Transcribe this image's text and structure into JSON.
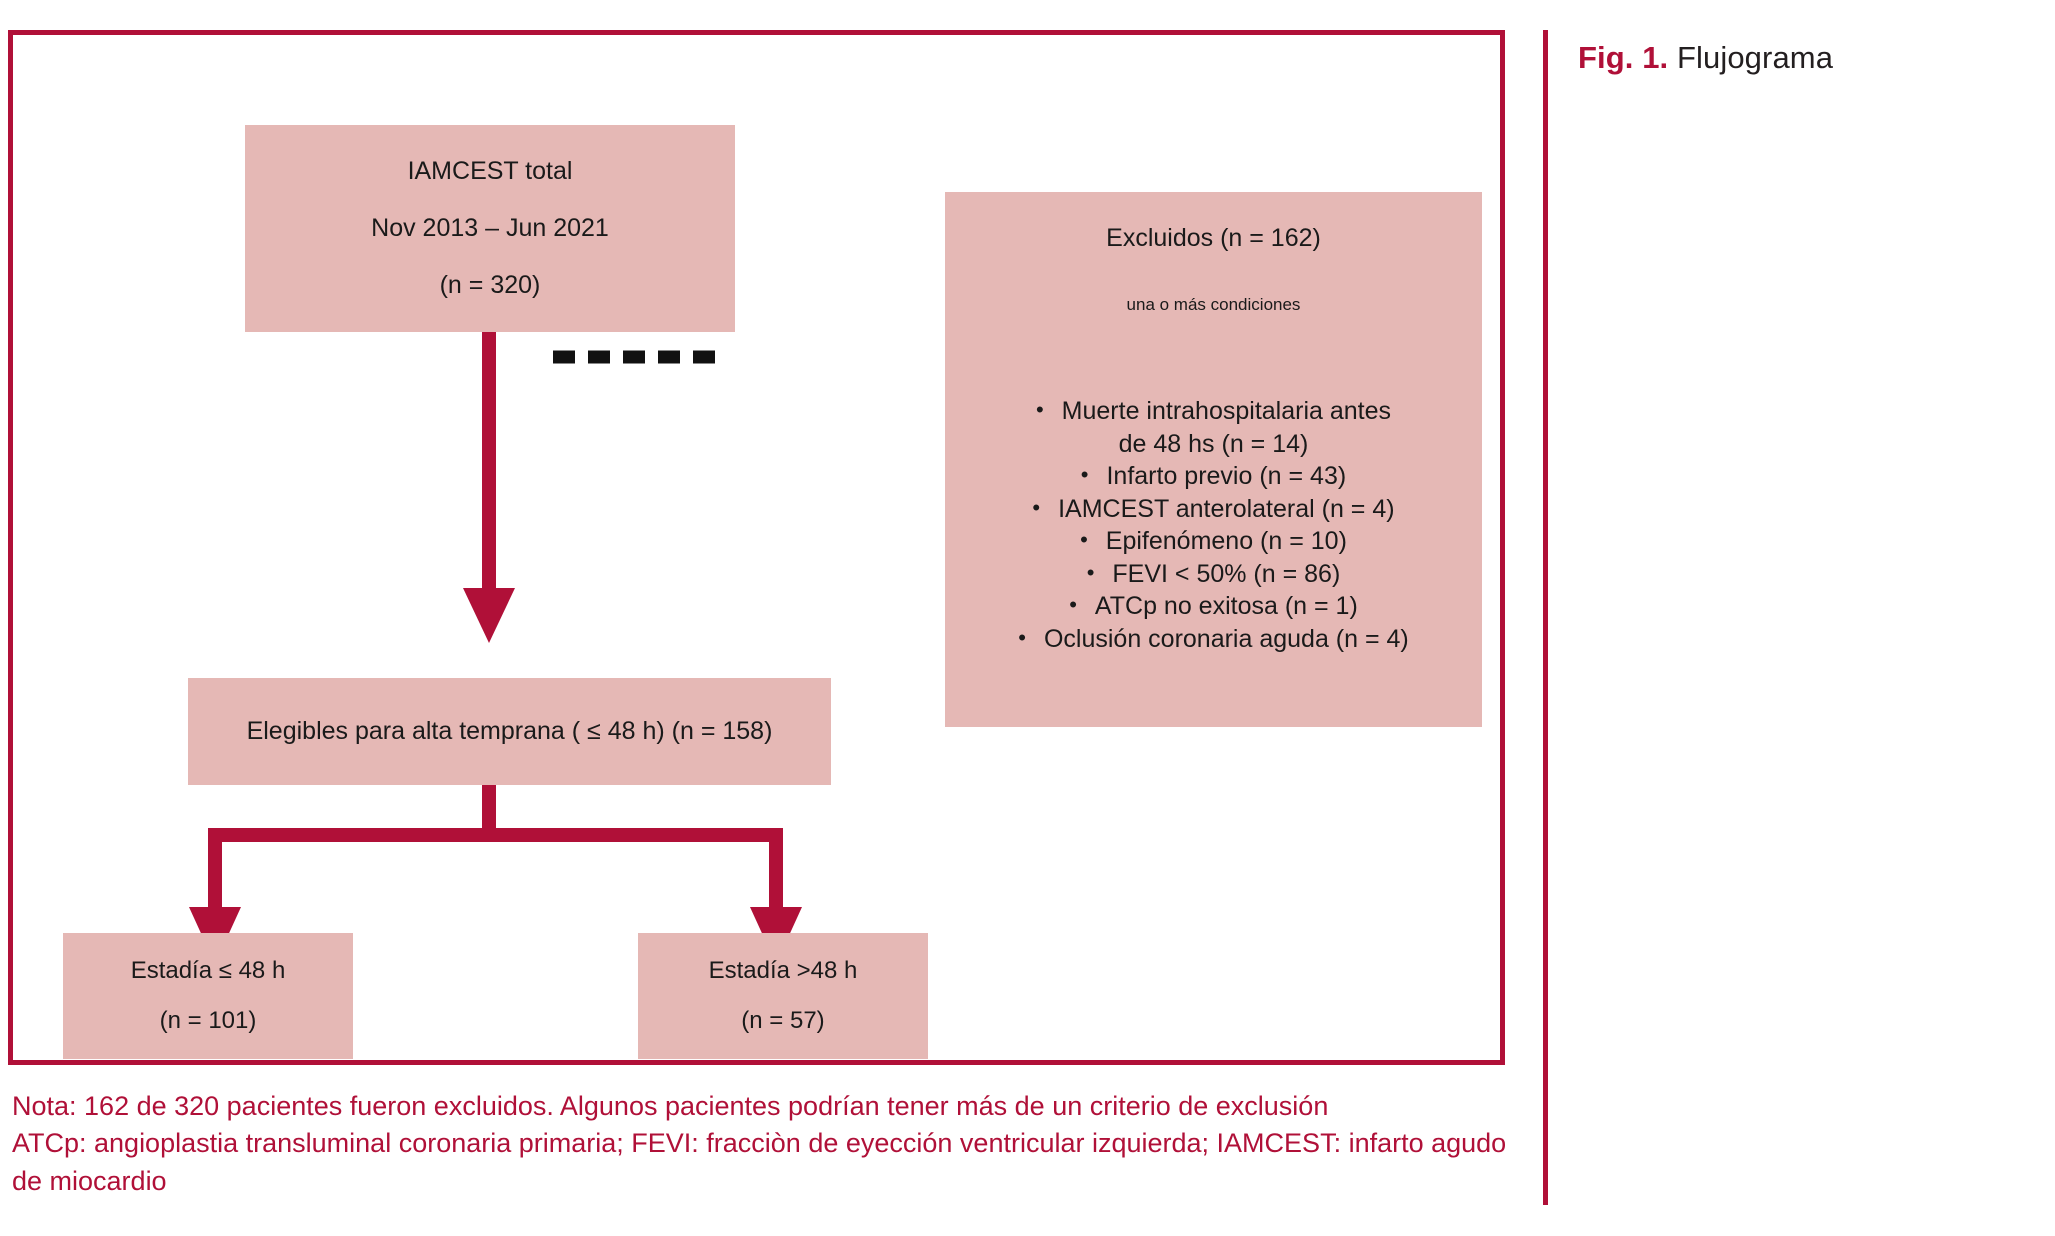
{
  "figure": {
    "label": "Fig. 1.",
    "title": "Flujograma",
    "accent_color": "#b01038",
    "box_fill_color": "#e5b8b5",
    "text_color": "#1a1a1a"
  },
  "flow": {
    "total_box": {
      "line1": "IAMCEST total",
      "line2": "Nov 2013 – Jun 2021",
      "line3": "(n = 320)"
    },
    "excluded_box": {
      "title": "Excluidos (n = 162)",
      "subtitle": "una o más condiciones",
      "items": [
        {
          "text_line1": "Muerte intrahospitalaria antes",
          "text_line2": "de 48 hs (n = 14)"
        },
        {
          "text_line1": "Infarto previo (n = 43)",
          "text_line2": ""
        },
        {
          "text_line1": "IAMCEST anterolateral (n = 4)",
          "text_line2": ""
        },
        {
          "text_line1": "Epifenómeno (n = 10)",
          "text_line2": ""
        },
        {
          "text_line1": "FEVI < 50% (n = 86)",
          "text_line2": ""
        },
        {
          "text_line1": "ATCp no  exitosa (n = 1)",
          "text_line2": ""
        },
        {
          "text_line1": "Oclusión coronaria aguda (n = 4)",
          "text_line2": ""
        }
      ]
    },
    "eligible_box": {
      "line1": "Elegibles para alta temprana ( ≤ 48 h)   (n = 158)"
    },
    "stay_short_box": {
      "line1": "Estadía ≤ 48 h",
      "line2": "(n = 101)"
    },
    "stay_long_box": {
      "line1": "Estadía >48 h",
      "line2": "(n = 57)"
    }
  },
  "note": {
    "line1": "Nota: 162 de 320 pacientes fueron excluidos. Algunos pacientes podrían tener más de un criterio de exclusión",
    "line2": "ATCp: angioplastia transluminal coronaria primaria; FEVI: fracciòn de eyección ventricular izquierda; IAMCEST: infarto agudo de miocardio"
  }
}
